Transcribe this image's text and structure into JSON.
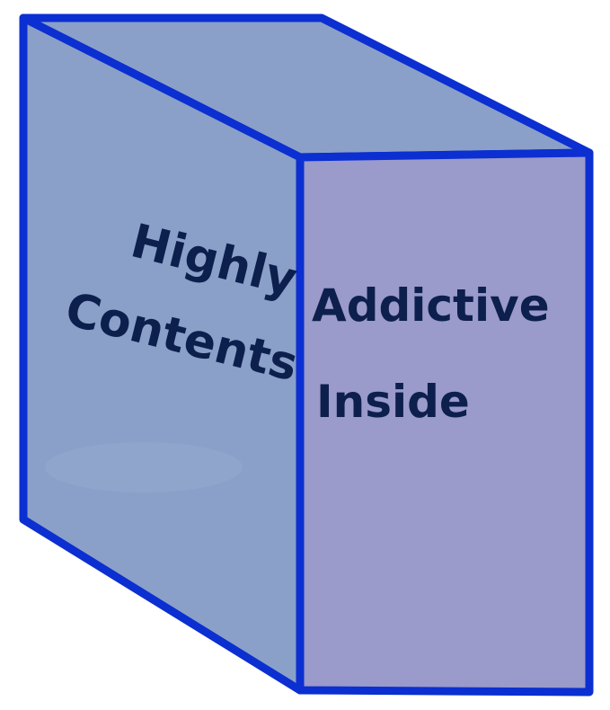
{
  "box": {
    "left_face_words": [
      "Highly",
      "Contents"
    ],
    "right_face_words": [
      "Addictive",
      "Inside"
    ]
  },
  "colors": {
    "outline": "#0b2fd0",
    "top_face": "#8aa0c8",
    "left_face": "#8aa0c8",
    "right_face": "#9a9acb",
    "text": "#0d1f4d"
  }
}
